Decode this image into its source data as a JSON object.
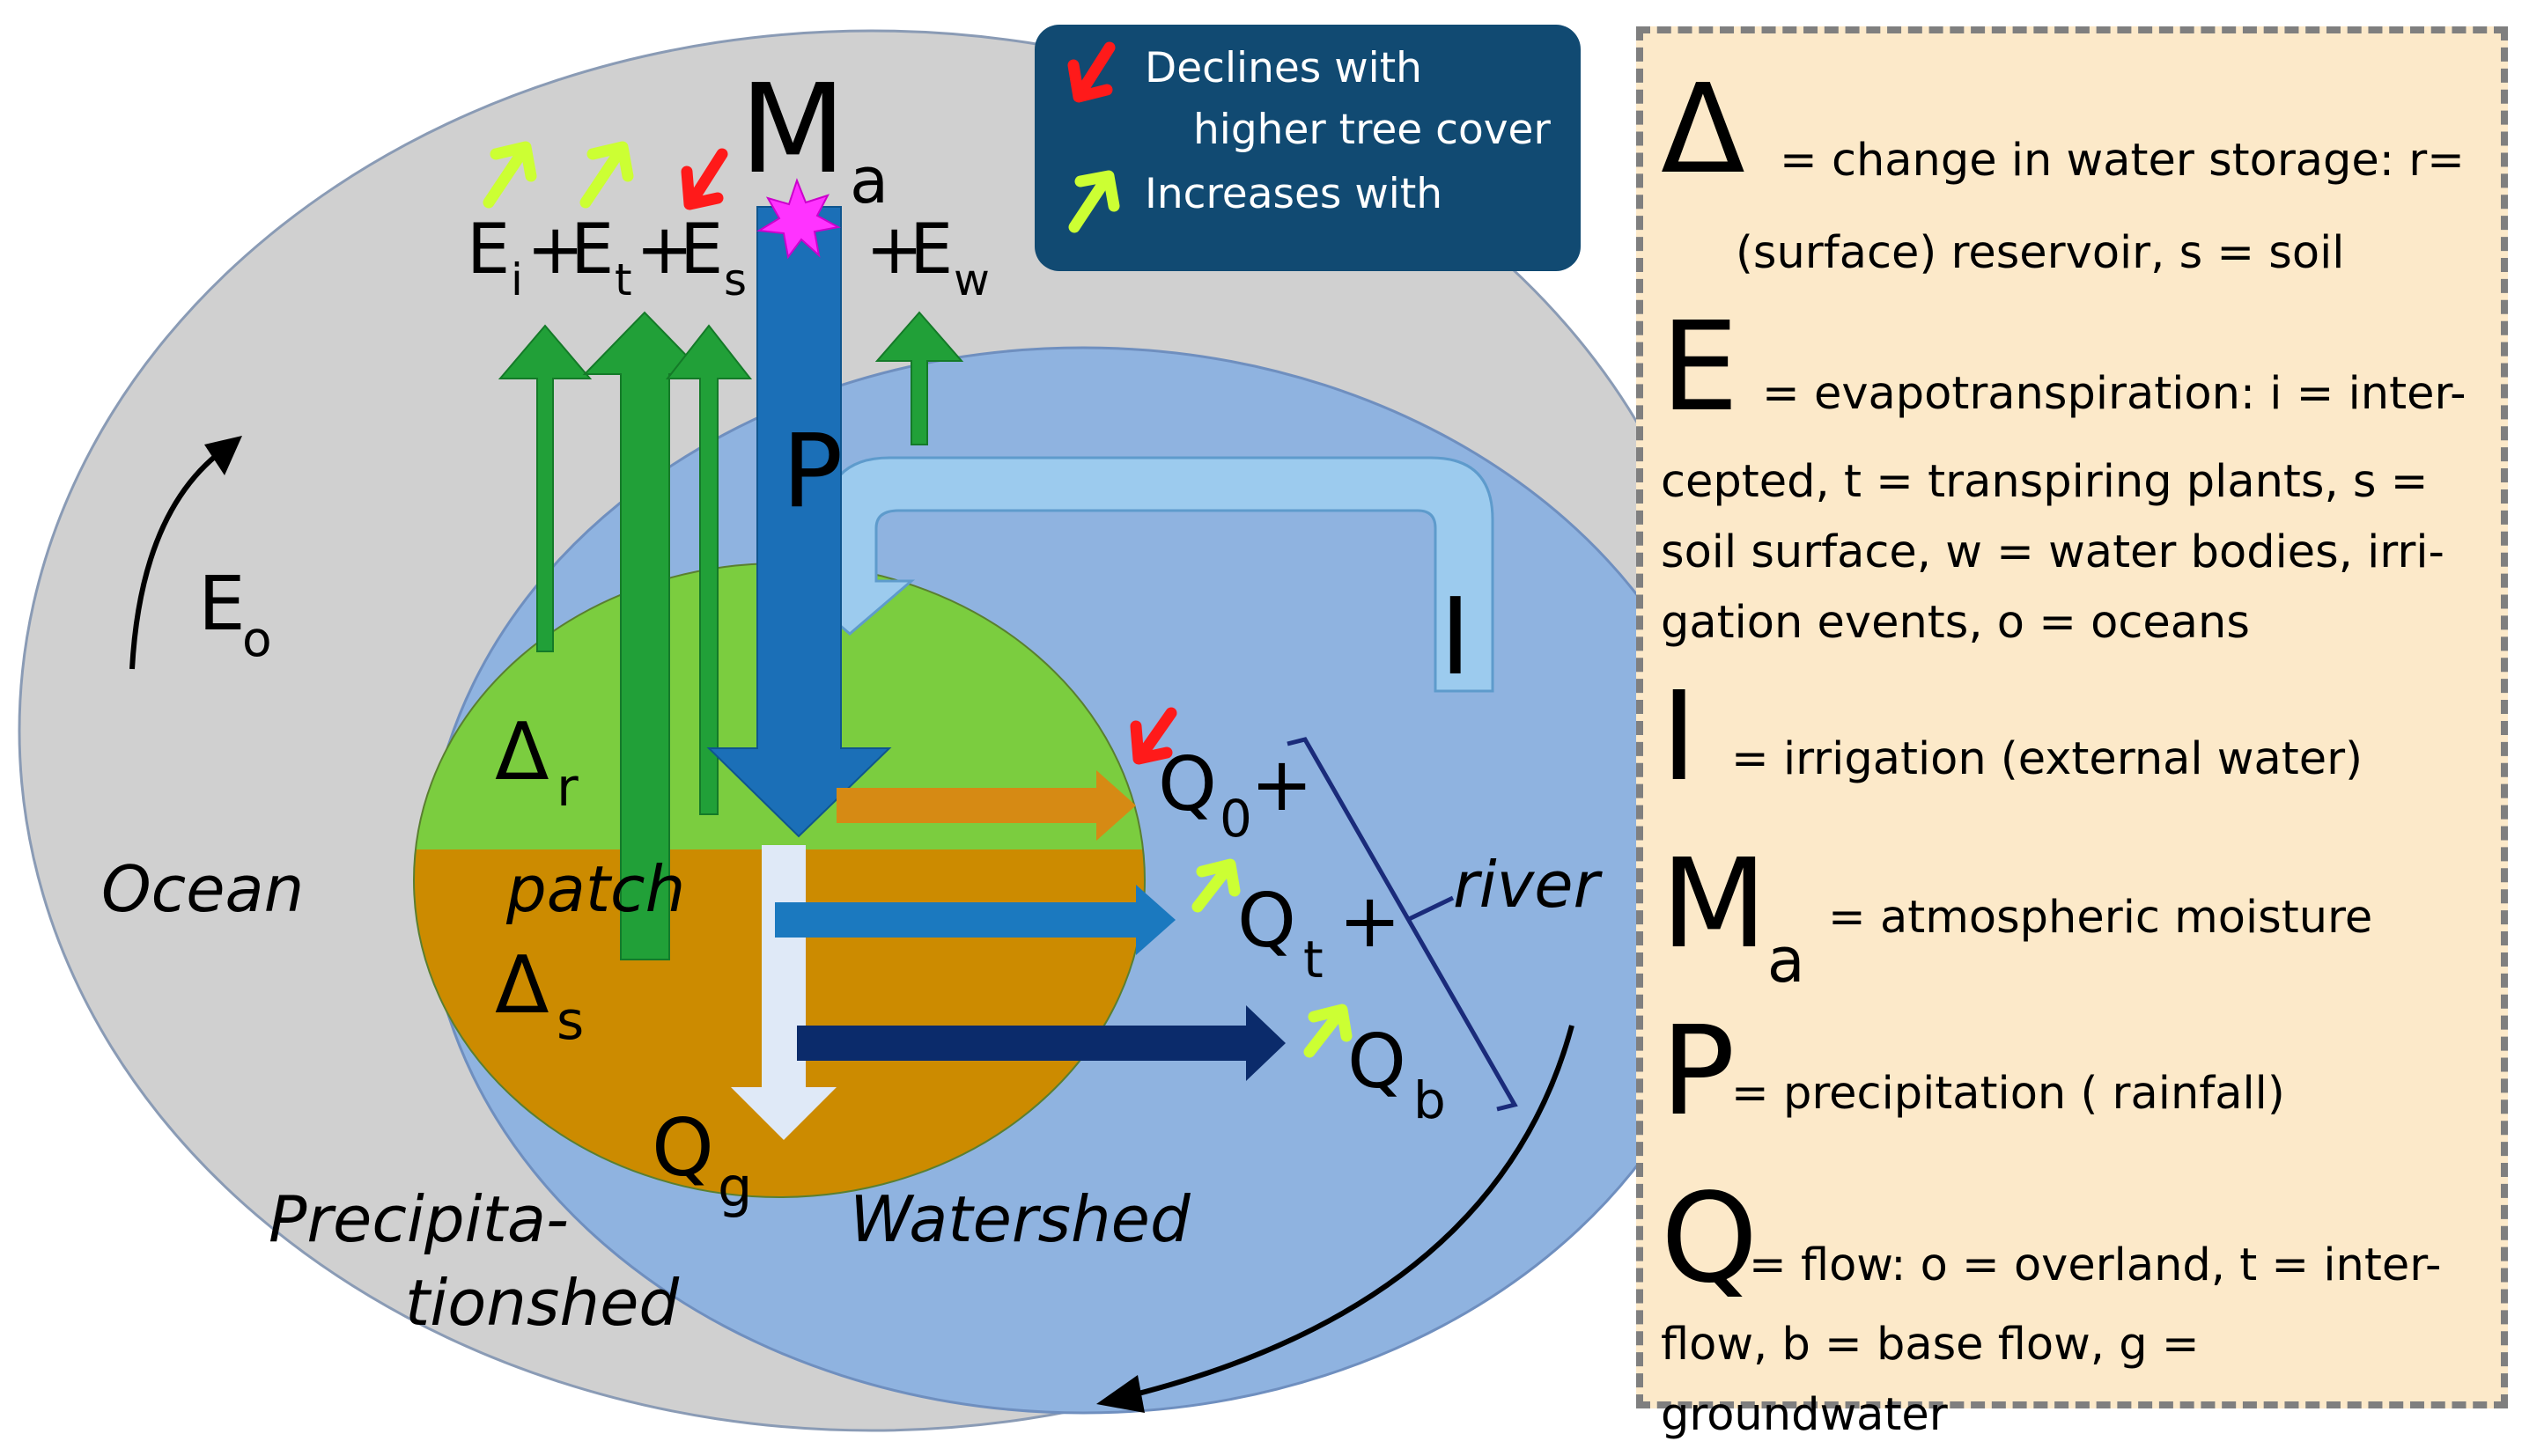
{
  "labels": {
    "ocean": "Ocean",
    "precipitationshed_line1": "Precipita-",
    "precipitationshed_line2": "tionshed",
    "watershed": "Watershed",
    "patch": "patch",
    "river": "river",
    "Eo": "E",
    "Eo_sub": "o",
    "Ma": "M",
    "Ma_sub": "a",
    "P": "P",
    "I": "I",
    "delta_r": "Δ",
    "delta_r_sub": "r",
    "delta_s": "Δ",
    "delta_s_sub": "s",
    "Qg": "Q",
    "Qg_sub": "g",
    "Q0": "Q",
    "Q0_sub": "0",
    "Q0_plus": "+",
    "Qt": "Q",
    "Qt_sub": "t",
    "Qt_plus": "+",
    "Qb": "Q",
    "Qb_sub": "b",
    "E": "E",
    "plus": "+",
    "Ei_sub": "i",
    "Et_sub": "t",
    "Es_sub": "s",
    "Ew_sub": "w"
  },
  "key": {
    "declines_line1": "Declines with",
    "declines_line2": "higher tree cover",
    "increases": "Increases with"
  },
  "legend": [
    {
      "symbol": "Δ",
      "sub": "",
      "text_lines": [
        "= change in water storage: r=",
        "(surface) reservoir, s = soil"
      ]
    },
    {
      "symbol": "E",
      "sub": "",
      "text_lines": [
        "= evapotranspiration: i = inter-",
        "cepted, t = transpiring plants, s =",
        "soil surface, w = water bodies, irri-",
        "gation events, o = oceans"
      ]
    },
    {
      "symbol": "I",
      "sub": "",
      "text_lines": [
        "= irrigation (external water)"
      ]
    },
    {
      "symbol": "M",
      "sub": "a",
      "text_lines": [
        "= atmospheric moisture"
      ]
    },
    {
      "symbol": "P",
      "sub": "",
      "text_lines": [
        "= precipitation ( rainfall)"
      ]
    },
    {
      "symbol": "Q",
      "sub": "",
      "text_lines": [
        "= flow: o = overland, t = inter-",
        "flow, b = base flow, g = groundwater"
      ]
    }
  ],
  "colors": {
    "ocean": "#d0d0d0",
    "watershed": "#8fb3e0",
    "patch_top": "#7bcd3f",
    "patch_bottom": "#cc8b00",
    "green_arrow": "#21a038",
    "precip_arrow": "#1b6fb7",
    "irrigation": "#9ccbee",
    "decline_arrow": "#ff1a1a",
    "increase_arrow": "#ccff33",
    "key_bg": "#114a72",
    "legend_bg": "#fce9c9"
  }
}
